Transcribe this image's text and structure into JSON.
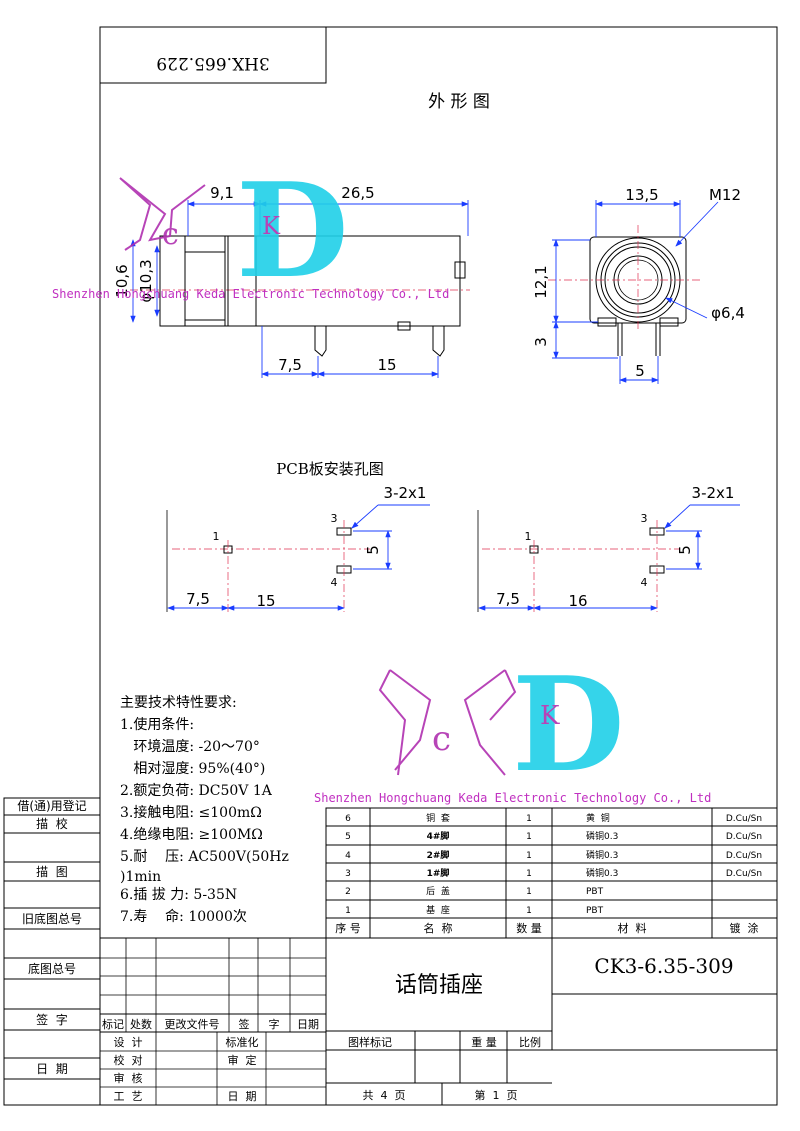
{
  "drawing_number": "3HX.665.229",
  "view_title": "外 形 图",
  "pcb_title": "PCB板安装孔图",
  "watermark": {
    "logo_letters": "HCKD",
    "company": "Shenzhen Hongchuang Keda Electronic Technology Co., Ltd",
    "color_magenta": "#b030b0",
    "color_cyan": "#20d0e8"
  },
  "side_view_dims": [
    "9,1",
    "26,5",
    "10,6",
    "φ10,3",
    "7,5",
    "15"
  ],
  "front_view_dims": [
    "13,5",
    "M12",
    "12,1",
    "3",
    "φ6,4",
    "5"
  ],
  "pcb_left": {
    "callout": "3-2x1",
    "pins": [
      "1",
      "3",
      "4"
    ],
    "dims": [
      "7,5",
      "15",
      "5"
    ]
  },
  "pcb_right": {
    "callout": "3-2x1",
    "pins": [
      "1",
      "3",
      "4"
    ],
    "dims": [
      "7,5",
      "16",
      "5"
    ]
  },
  "specs": {
    "heading": "主要技术特性要求:",
    "lines": [
      "1.使用条件:",
      "   环境温度: -20～70°",
      "   相对湿度: 95%(40°)",
      "2.额定负荷: DC50V 1A",
      "3.接触电阻: ≤100mΩ",
      "4.绝缘电阻: ≥100MΩ",
      "5.耐    压: AC500V(50Hz",
      ")1min",
      "6.插 拔 力: 5-35N",
      "7.寿    命: 10000次"
    ]
  },
  "side_labels": [
    "借(通)用登记",
    "描  校",
    "描  图",
    "旧底图总号",
    "底图总号",
    "签  字",
    "日  期"
  ],
  "bom": {
    "rows": [
      [
        "6",
        "铜  套",
        "1",
        "黄  铜",
        "D.Cu/Sn"
      ],
      [
        "5",
        "4#脚",
        "1",
        "磷铜0.3",
        "D.Cu/Sn"
      ],
      [
        "4",
        "2#脚",
        "1",
        "磷铜0.3",
        "D.Cu/Sn"
      ],
      [
        "3",
        "1#脚",
        "1",
        "磷铜0.3",
        "D.Cu/Sn"
      ],
      [
        "2",
        "后  盖",
        "1",
        "PBT",
        ""
      ],
      [
        "1",
        "基  座",
        "1",
        "PBT",
        ""
      ]
    ],
    "header": [
      "序 号",
      "名  称",
      "数 量",
      "材  料",
      "镀  涂"
    ]
  },
  "title_block": {
    "product_name": "话筒插座",
    "model": "CK3-6.35-309",
    "rev_header": [
      "标记",
      "处数",
      "更改文件号",
      "签",
      "字",
      "日期"
    ],
    "roles": [
      "设  计",
      "标准化",
      "校  对",
      "审  定",
      "审  核",
      "工  艺",
      "日  期"
    ],
    "sheet_marks": [
      "图样标记",
      "重 量",
      "比例"
    ],
    "total_sheets": "共  4  页",
    "sheet_no": "第  1  页"
  }
}
